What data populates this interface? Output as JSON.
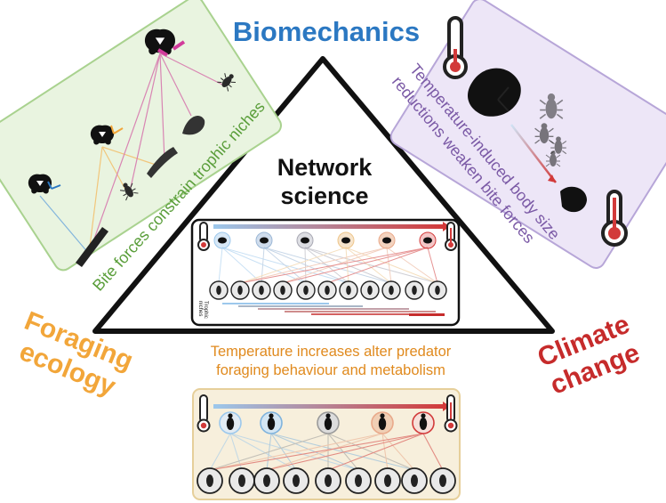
{
  "titles": {
    "biomechanics": "Biomechanics",
    "network_line1": "Network",
    "network_line2": "science",
    "foraging_line1": "Foraging",
    "foraging_line2": "ecology",
    "climate_line1": "Climate",
    "climate_line2": "change"
  },
  "captions": {
    "bite_forces": "Bite forces constrain trophic niches",
    "temp_body_line1": "Temperature-induced body size",
    "temp_body_line2": "reductions weaken bite forces",
    "temp_foraging_line1": "Temperature increases alter predator",
    "temp_foraging_line2": "foraging behaviour and metabolism",
    "trophic_niches_line1": "Trophic",
    "trophic_niches_line2": "niches"
  },
  "colors": {
    "biomechanics": "#2b78c2",
    "foraging": "#f2a63a",
    "climate": "#c62b2b",
    "green_panel": "#e6f3dc",
    "purple_panel": "#ebe4f6",
    "beige_panel": "#f7efdc"
  },
  "icons": [
    "beetle-head-icon",
    "thermometer-cold-icon",
    "thermometer-hot-icon",
    "larva-icon",
    "beetle-icon",
    "spider-icon",
    "snail-icon",
    "fly-icon",
    "ant-icon",
    "caterpillar-icon"
  ]
}
